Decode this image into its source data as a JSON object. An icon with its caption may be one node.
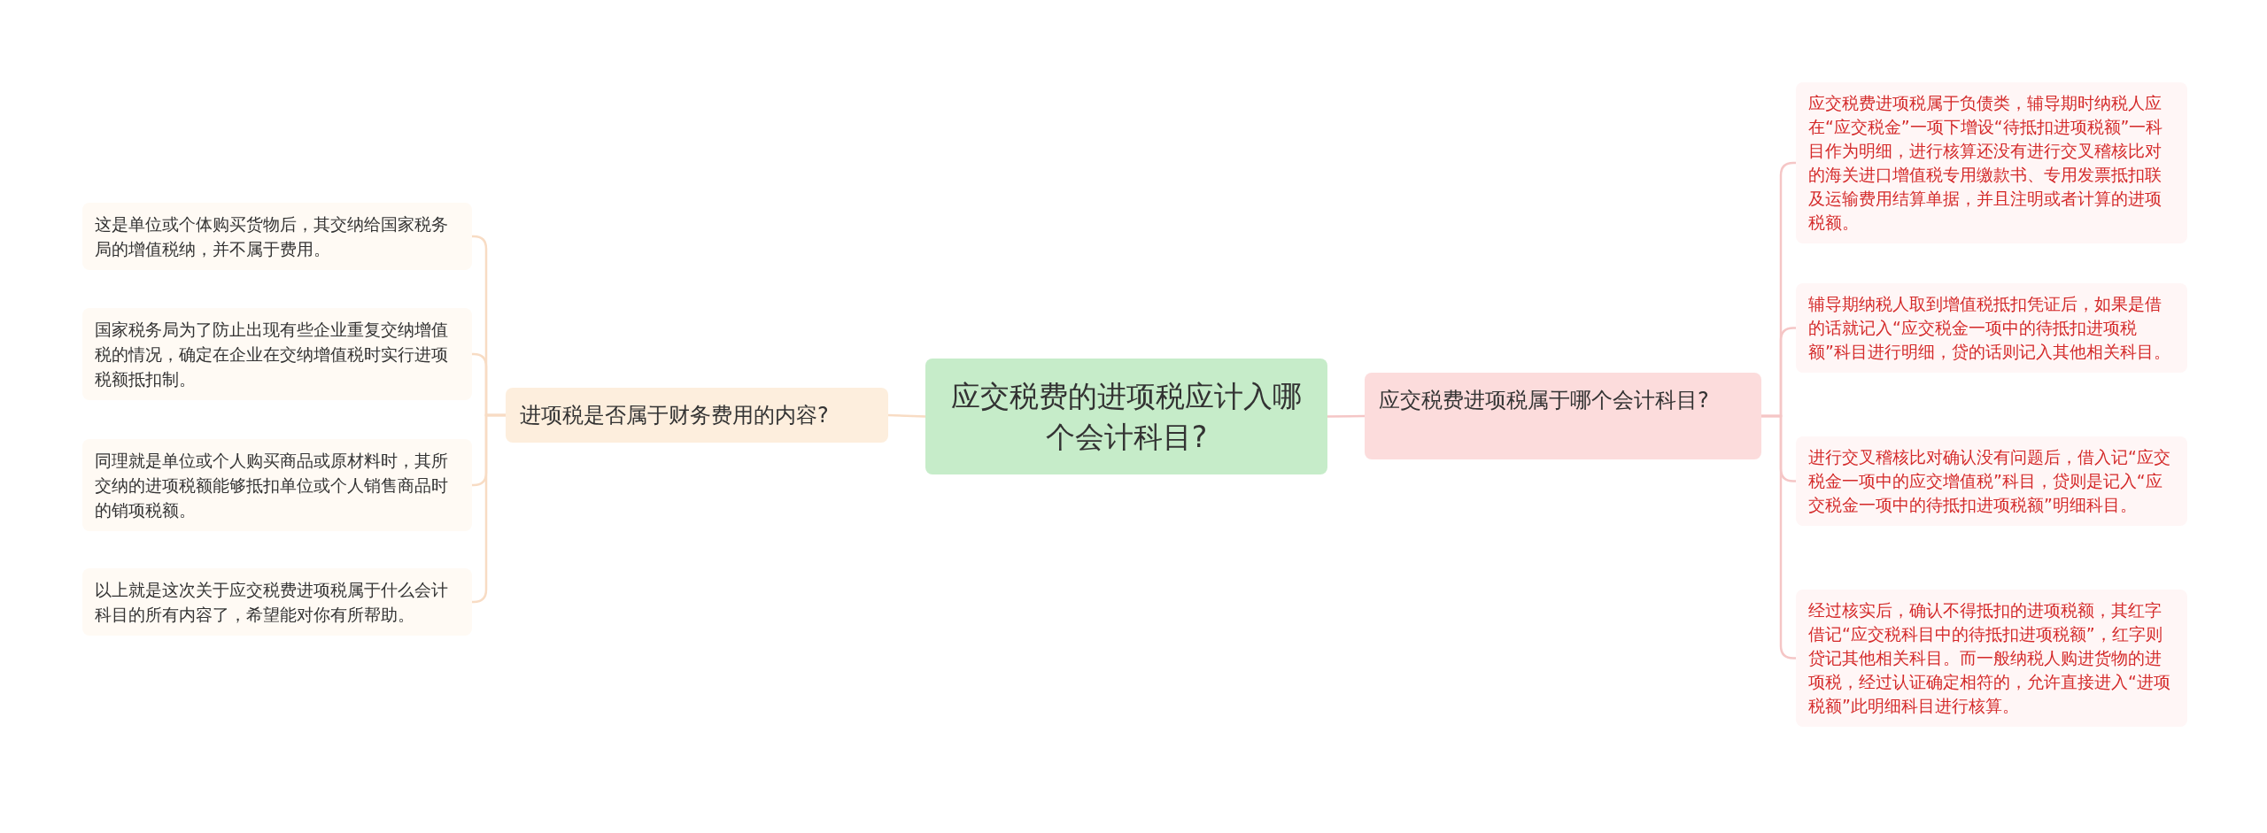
{
  "diagram": {
    "nodes": [
      {
        "text": [
          "应交税费的进项税应计入哪个会计科目?"
        ]
      },
      {
        "text": [
          "进项税是否属于财务费用的内容?"
        ]
      },
      {
        "text": [
          "这是单位或个体购买货物后，其交纳给国家税务局的增值税纳，并不属于费用。"
        ]
      },
      {
        "text": [
          "国家税务局为了防止出现有些企业重复交纳增值税的情况，确定在企业在交纳增值税时实行进项税额抵扣制。"
        ]
      },
      {
        "text": [
          "同理就是单位或个人购买商品或原材料时，其所交纳的进项税额能够抵扣单位或个人销售商品时的销项税额。"
        ]
      },
      {
        "text": [
          "以上就是这次关于应交税费进项税属于什么会计科目的所有内容了，希望能对你有所帮助。"
        ]
      },
      {
        "text": [
          "应交税费进项税属于哪个会计科目?"
        ]
      },
      {
        "text": [
          "应交税费进项税属于负债类，辅导期时纳税人应在“应交税金”一项下增设“待抵扣进项税额”一科目作为明细，进行核算还没有进行交叉稽核比对的海关进口增值税专用缴款书、专用发票抵扣联及运输费用结算单据，并且注明或者计算的进项税额。"
        ]
      },
      {
        "text": [
          "辅导期纳税人取到增值税抵扣凭证后，如果是借的话就记入“应交税金一项中的待抵扣进项税额”科目进行明细，贷的话则记入其他相关科目。"
        ]
      },
      {
        "text": [
          "进行交叉稽核比对确认没有问题后，借入记“应交税金一项中的应交增值税”科目，贷则是记入“应交税金一项中的待抵扣进项税额”明细科目。"
        ]
      },
      {
        "text": [
          "经过核实后，确认不得抵扣的进项税额，其红字借记“应交税科目中的待抵扣进项税额”，红字则贷记其他相关科目。而一般纳税人购进货物的进项税，经过认证确定相符的，允许直接进入“进项税额”此明细科目进行核算。"
        ]
      }
    ],
    "edges": [
      {
        "from": 0,
        "to": 1,
        "arrow": "none"
      },
      {
        "from": 1,
        "to": 2,
        "arrow": "none"
      },
      {
        "from": 1,
        "to": 3,
        "arrow": "none"
      },
      {
        "from": 1,
        "to": 4,
        "arrow": "none"
      },
      {
        "from": 1,
        "to": 5,
        "arrow": "none"
      },
      {
        "from": 0,
        "to": 6,
        "arrow": "none",
        "color": "#f5c6c6"
      },
      {
        "from": 6,
        "to": 7,
        "arrow": "none",
        "color": "#f5c6c6"
      },
      {
        "from": 6,
        "to": 8,
        "arrow": "none",
        "color": "#f5c6c6"
      },
      {
        "from": 6,
        "to": 9,
        "arrow": "none",
        "color": "#f5c6c6"
      },
      {
        "from": 6,
        "to": 10,
        "arrow": "none",
        "color": "#f5c6c6"
      }
    ]
  }
}
